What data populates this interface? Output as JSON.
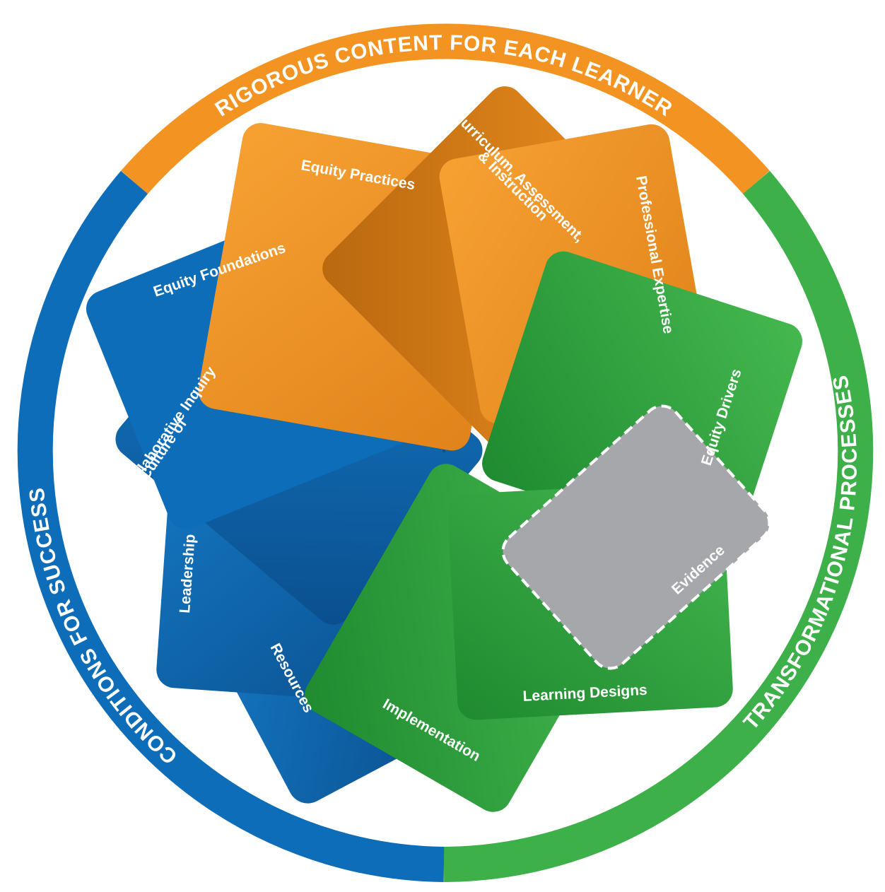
{
  "colors": {
    "orange": "#F39322",
    "orange_dark": "#C97416",
    "green": "#3DB049",
    "green_dark": "#1E7F2D",
    "blue": "#0E6DB8",
    "blue_dark": "#0A4F8E",
    "gray": "#A6A7AA",
    "white": "#FFFFFF"
  },
  "ring": {
    "top_label": "RIGOROUS CONTENT FOR EACH LEARNER",
    "left_label": "CONDITIONS FOR SUCCESS",
    "right_label": "TRANSFORMATIONAL PROCESSES"
  },
  "cards": {
    "equity_practices": "Equity Practices",
    "curriculum_line1": "Curriculum, Assessment,",
    "curriculum_line2": "& Instruction",
    "professional_expertise": "Professional Expertise",
    "equity_drivers": "Equity Drivers",
    "evidence": "Evidence",
    "learning_designs": "Learning Designs",
    "implementation": "Implementation",
    "resources": "Resources",
    "leadership": "Leadership",
    "culture_line1": "Culture of",
    "culture_line2": "Collaborative Inquiry",
    "equity_foundations": "Equity Foundations"
  }
}
